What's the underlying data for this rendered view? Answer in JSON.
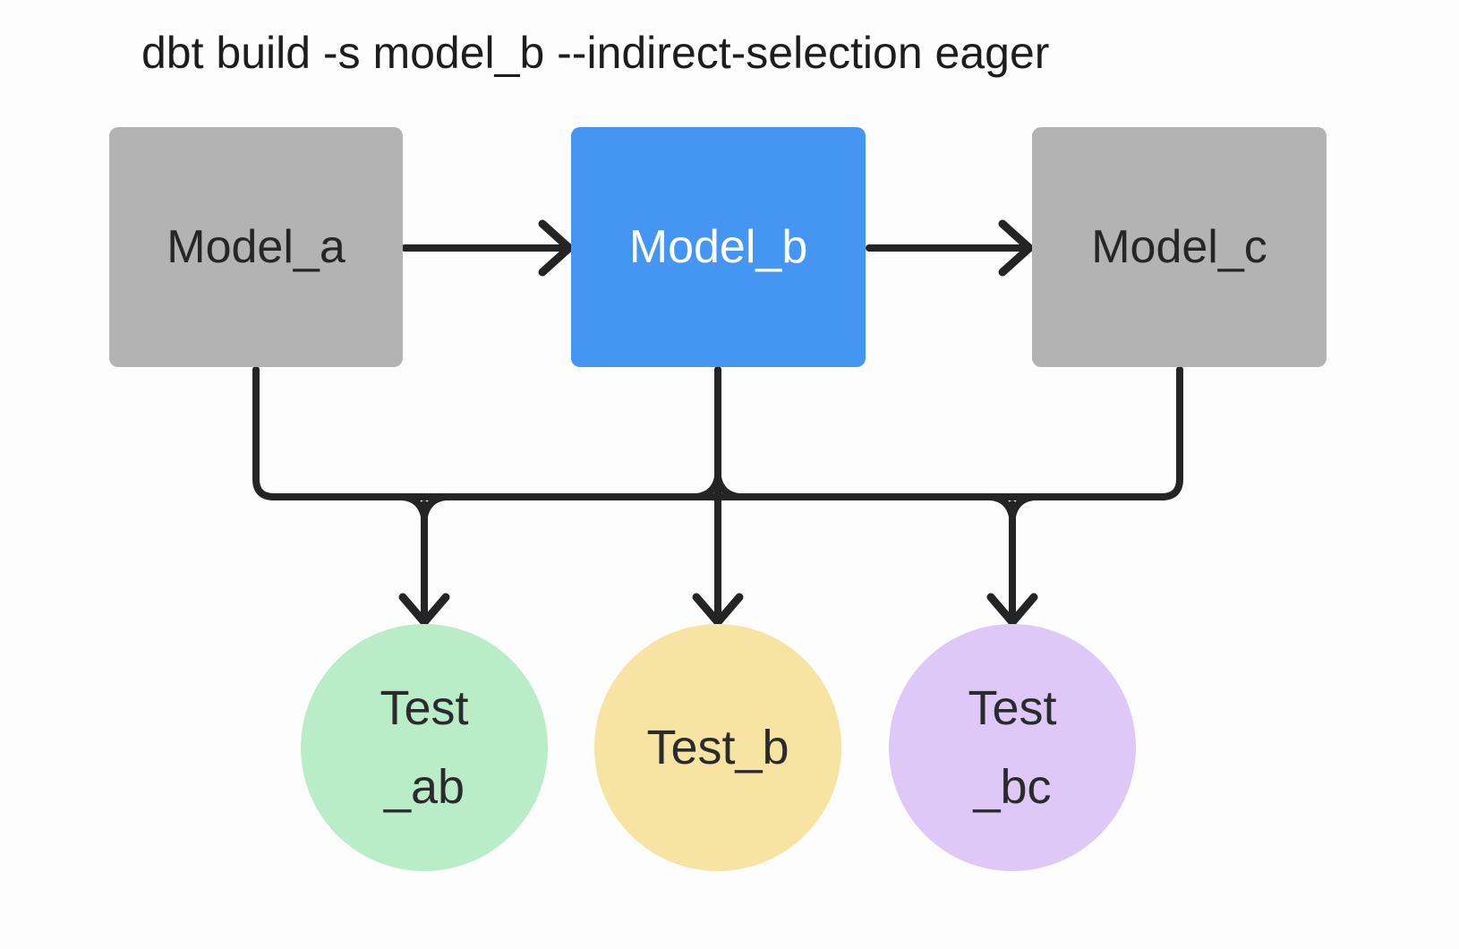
{
  "command": "dbt build -s model_b --indirect-selection eager",
  "colors": {
    "background": "#fdfdfd",
    "title_text": "#1d1d1f",
    "model_default": "#b3b3b3",
    "model_selected": "#4596f3",
    "model_text": "#262626",
    "model_selected_text": "#ffffff",
    "test_text": "#2b2b2b",
    "test_ab": "#b9edc7",
    "test_b": "#f8e4a2",
    "test_bc": "#ddc8f8",
    "edge": "#242424"
  },
  "nodes": {
    "models": [
      {
        "id": "model_a",
        "label": "Model_a",
        "selected": false
      },
      {
        "id": "model_b",
        "label": "Model_b",
        "selected": true
      },
      {
        "id": "model_c",
        "label": "Model_c",
        "selected": false
      }
    ],
    "tests": [
      {
        "id": "test_ab",
        "label_line1": "Test",
        "label_line2": "_ab"
      },
      {
        "id": "test_b",
        "label": "Test_b"
      },
      {
        "id": "test_bc",
        "label_line1": "Test",
        "label_line2": "_bc"
      }
    ]
  },
  "edges": [
    {
      "from": "model_a",
      "to": "model_b"
    },
    {
      "from": "model_b",
      "to": "model_c"
    },
    {
      "from": "model_a",
      "to": "test_ab"
    },
    {
      "from": "model_b",
      "to": "test_ab"
    },
    {
      "from": "model_b",
      "to": "test_b"
    },
    {
      "from": "model_b",
      "to": "test_bc"
    },
    {
      "from": "model_c",
      "to": "test_bc"
    }
  ]
}
